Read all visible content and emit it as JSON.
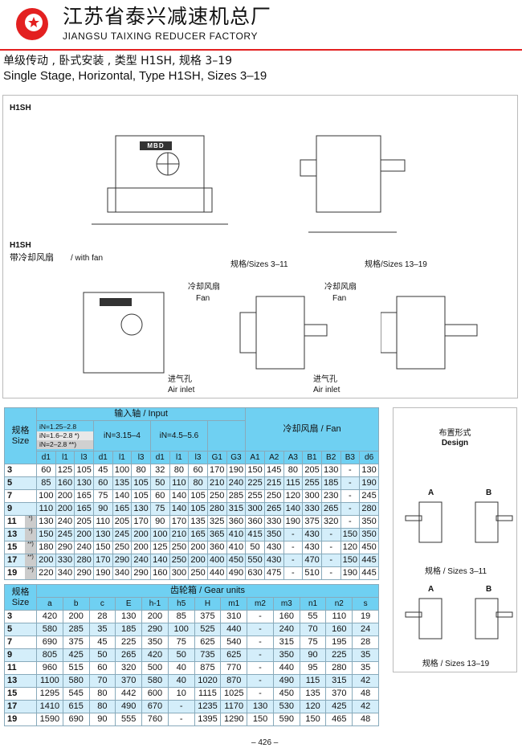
{
  "header": {
    "company_cn": "江苏省泰兴减速机总厂",
    "company_en": "JIANGSU TAIXING REDUCER FACTORY"
  },
  "subtitle": {
    "cn": "单级传动 , 卧式安装 , 类型 H1SH, 规格 3–19",
    "en": "Single Stage, Horizontal, Type H1SH, Sizes 3–19"
  },
  "drawings": {
    "label_top": "H1SH",
    "label_fan_type": "H1SH",
    "label_fan_cn": "带冷却风扇",
    "label_fan_en": "/ with fan",
    "sizes_small": "规格/Sizes 3–11",
    "sizes_large": "规格/Sizes 13–19",
    "fan_cn": "冷却风扇",
    "fan_en": "Fan",
    "fan_cn2": "冷却风扇",
    "fan_en2": "Fan",
    "inlet_cn": "进气孔",
    "inlet_en": "Air inlet",
    "inlet_cn2": "进气孔",
    "inlet_en2": "Air inlet",
    "brand": "MBD"
  },
  "table1": {
    "size_label_cn": "规格",
    "size_label_en": "Size",
    "input_title": "输入轴 / Input",
    "fan_title": "冷却风扇 / Fan",
    "ratio_groups": [
      "iN=1.25–2.8",
      "iN=1.6–2.8 *)",
      "iN=2–2.8 **)",
      "iN=3.15–4",
      "iN=4.5–5.6"
    ],
    "columns": [
      "d1",
      "l1",
      "l3",
      "d1",
      "l1",
      "l3",
      "d1",
      "l1",
      "l3",
      "G1",
      "G3",
      "A1",
      "A2",
      "A3",
      "B1",
      "B2",
      "B3",
      "d6"
    ],
    "rows": [
      {
        "size": "3",
        "fn": "",
        "values": [
          "60",
          "125",
          "105",
          "45",
          "100",
          "80",
          "32",
          "80",
          "60",
          "170",
          "190",
          "150",
          "145",
          "80",
          "205",
          "130",
          "-",
          "130"
        ]
      },
      {
        "size": "5",
        "fn": "",
        "values": [
          "85",
          "160",
          "130",
          "60",
          "135",
          "105",
          "50",
          "110",
          "80",
          "210",
          "240",
          "225",
          "215",
          "115",
          "255",
          "185",
          "-",
          "190"
        ]
      },
      {
        "size": "7",
        "fn": "",
        "values": [
          "100",
          "200",
          "165",
          "75",
          "140",
          "105",
          "60",
          "140",
          "105",
          "250",
          "285",
          "255",
          "250",
          "120",
          "300",
          "230",
          "-",
          "245"
        ]
      },
      {
        "size": "9",
        "fn": "",
        "values": [
          "110",
          "200",
          "165",
          "90",
          "165",
          "130",
          "75",
          "140",
          "105",
          "280",
          "315",
          "300",
          "265",
          "140",
          "330",
          "265",
          "-",
          "280"
        ]
      },
      {
        "size": "11",
        "fn": "*)",
        "values": [
          "130",
          "240",
          "205",
          "110",
          "205",
          "170",
          "90",
          "170",
          "135",
          "325",
          "360",
          "360",
          "330",
          "190",
          "375",
          "320",
          "-",
          "350"
        ]
      },
      {
        "size": "13",
        "fn": "*)",
        "values": [
          "150",
          "245",
          "200",
          "130",
          "245",
          "200",
          "100",
          "210",
          "165",
          "365",
          "410",
          "415",
          "350",
          "-",
          "430",
          "-",
          "150",
          "350"
        ]
      },
      {
        "size": "15",
        "fn": "**)",
        "values": [
          "180",
          "290",
          "240",
          "150",
          "250",
          "200",
          "125",
          "250",
          "200",
          "360",
          "410",
          "50",
          "430",
          "-",
          "430",
          "-",
          "120",
          "450"
        ]
      },
      {
        "size": "17",
        "fn": "**)",
        "values": [
          "200",
          "330",
          "280",
          "170",
          "290",
          "240",
          "140",
          "250",
          "200",
          "400",
          "450",
          "550",
          "430",
          "-",
          "470",
          "-",
          "150",
          "445"
        ]
      },
      {
        "size": "19",
        "fn": "**)",
        "values": [
          "220",
          "340",
          "290",
          "190",
          "340",
          "290",
          "160",
          "300",
          "250",
          "440",
          "490",
          "630",
          "475",
          "-",
          "510",
          "-",
          "190",
          "445"
        ]
      }
    ]
  },
  "table2": {
    "size_label_cn": "规格",
    "size_label_en": "Size",
    "title": "齿轮箱 / Gear units",
    "columns": [
      "a",
      "b",
      "c",
      "E",
      "h-1",
      "h5",
      "H",
      "m1",
      "m2",
      "m3",
      "n1",
      "n2",
      "s"
    ],
    "rows": [
      {
        "size": "3",
        "values": [
          "420",
          "200",
          "28",
          "130",
          "200",
          "85",
          "375",
          "310",
          "-",
          "160",
          "55",
          "110",
          "19"
        ]
      },
      {
        "size": "5",
        "values": [
          "580",
          "285",
          "35",
          "185",
          "290",
          "100",
          "525",
          "440",
          "-",
          "240",
          "70",
          "160",
          "24"
        ]
      },
      {
        "size": "7",
        "values": [
          "690",
          "375",
          "45",
          "225",
          "350",
          "75",
          "625",
          "540",
          "-",
          "315",
          "75",
          "195",
          "28"
        ]
      },
      {
        "size": "9",
        "values": [
          "805",
          "425",
          "50",
          "265",
          "420",
          "50",
          "735",
          "625",
          "-",
          "350",
          "90",
          "225",
          "35"
        ]
      },
      {
        "size": "11",
        "values": [
          "960",
          "515",
          "60",
          "320",
          "500",
          "40",
          "875",
          "770",
          "-",
          "440",
          "95",
          "280",
          "35"
        ]
      },
      {
        "size": "13",
        "values": [
          "1100",
          "580",
          "70",
          "370",
          "580",
          "40",
          "1020",
          "870",
          "-",
          "490",
          "115",
          "315",
          "42"
        ]
      },
      {
        "size": "15",
        "values": [
          "1295",
          "545",
          "80",
          "442",
          "600",
          "10",
          "1115",
          "1025",
          "-",
          "450",
          "135",
          "370",
          "48"
        ]
      },
      {
        "size": "17",
        "values": [
          "1410",
          "615",
          "80",
          "490",
          "670",
          "-",
          "1235",
          "1170",
          "130",
          "530",
          "120",
          "425",
          "42"
        ]
      },
      {
        "size": "19",
        "values": [
          "1590",
          "690",
          "90",
          "555",
          "760",
          "-",
          "1395",
          "1290",
          "150",
          "590",
          "150",
          "465",
          "48"
        ]
      }
    ]
  },
  "design": {
    "title_cn": "布置形式",
    "title_en": "Design",
    "a": "A",
    "b": "B",
    "a2": "A",
    "b2": "B",
    "sizes_small": "规格 / Sizes 3–11",
    "sizes_large": "规格 / Sizes 13–19"
  },
  "footer": {
    "page": "– 426 –"
  },
  "colors": {
    "header_cyan": "#6fd0f2",
    "row_alt": "#d4eefa",
    "brand_red": "#e32020"
  }
}
